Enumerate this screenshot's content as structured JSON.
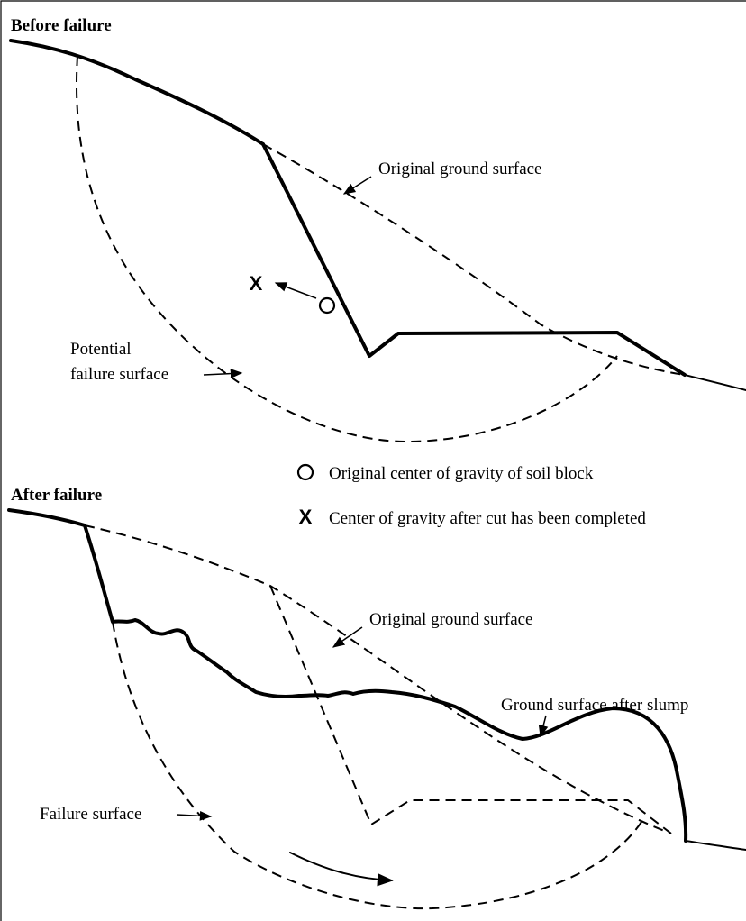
{
  "before": {
    "heading": "Before failure",
    "original_ground_label": "Original ground surface",
    "potential_failure_label_line1": "Potential",
    "potential_failure_label_line2": "failure surface"
  },
  "legend": {
    "circle_symbol": "O",
    "circle_text": "Original center of gravity of soil block",
    "x_symbol": "X",
    "x_text": "Center of gravity after cut has been completed"
  },
  "after": {
    "heading": "After failure",
    "original_ground_label": "Original ground surface",
    "slump_label": "Ground surface after slump",
    "failure_label": "Failure surface"
  }
}
